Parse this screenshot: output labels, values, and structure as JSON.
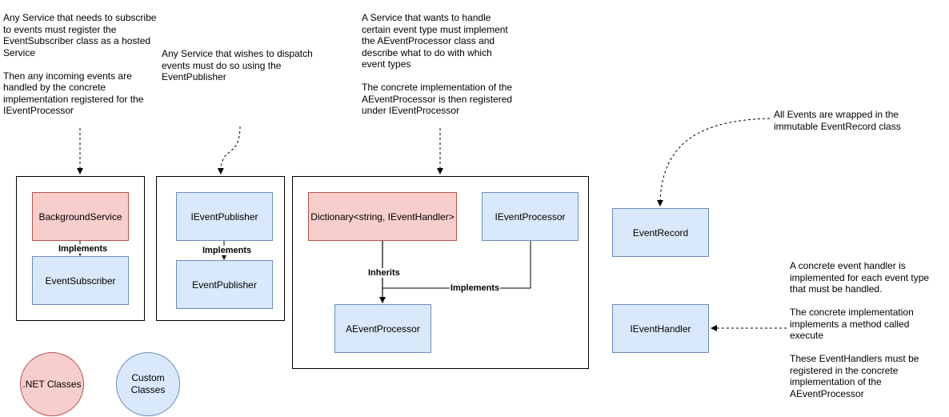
{
  "notes": {
    "subscriber": "Any Service that needs to subscribe\nto events must register the\nEventSubscriber class as a hosted\nService\n\nThen any incoming events are\nhandled by the concrete\nimplementation registered for the\nIEventProcessor",
    "publisher": "Any Service that wishes to dispatch\nevents must do so using the\nEventPublisher",
    "processor": "A Service that wants to handle\ncertain event type must implement\nthe AEventProcessor class and\ndescribe what to do with which\nevent types\n\nThe concrete implementation of the\nAEventProcessor is then registered\nunder IEventProcessor",
    "record": "All Events are wrapped in the\nimmutable EventRecord class",
    "handler": "A concrete event handler is\nimplemented for each event type\nthat must be handled.\n\nThe concrete implementation\nimplements a method called\nexecute\n\nThese EventHandlers must be\nregistered in the concrete\nimplementation of the\nAEventProcessor"
  },
  "nodes": {
    "background_service": "BackgroundService",
    "event_subscriber": "EventSubscriber",
    "i_event_publisher": "IEventPublisher",
    "event_publisher": "EventPublisher",
    "dictionary": "Dictionary<string, IEventHandler>",
    "i_event_processor": "IEventProcessor",
    "a_event_processor": "AEventProcessor",
    "event_record": "EventRecord",
    "i_event_handler": "IEventHandler"
  },
  "edge_labels": {
    "implements_1": "Implements",
    "implements_2": "Implements",
    "inherits": "Inherits",
    "implements_3": "Implements"
  },
  "legend": {
    "dotnet": ".NET Classes",
    "custom": "Custom\nClasses"
  },
  "colors": {
    "dotnet_fill": "#f8cecc",
    "dotnet_stroke": "#b85450",
    "custom_fill": "#dae8fc",
    "custom_stroke": "#6c8ebf"
  }
}
